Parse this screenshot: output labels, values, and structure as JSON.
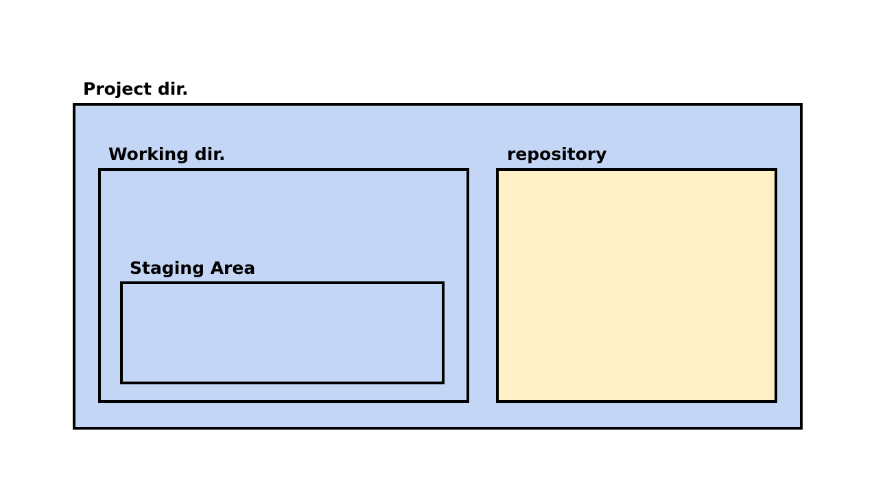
{
  "diagram": {
    "project": {
      "label": "Project dir.",
      "fill": "#c4d6f5"
    },
    "working": {
      "label": "Working dir.",
      "fill": "#c4d6f5"
    },
    "staging": {
      "label": "Staging Area",
      "fill": "#c4d6f5"
    },
    "repository": {
      "label": "repository",
      "fill": "#fff0c8"
    },
    "border_color": "#000000"
  }
}
